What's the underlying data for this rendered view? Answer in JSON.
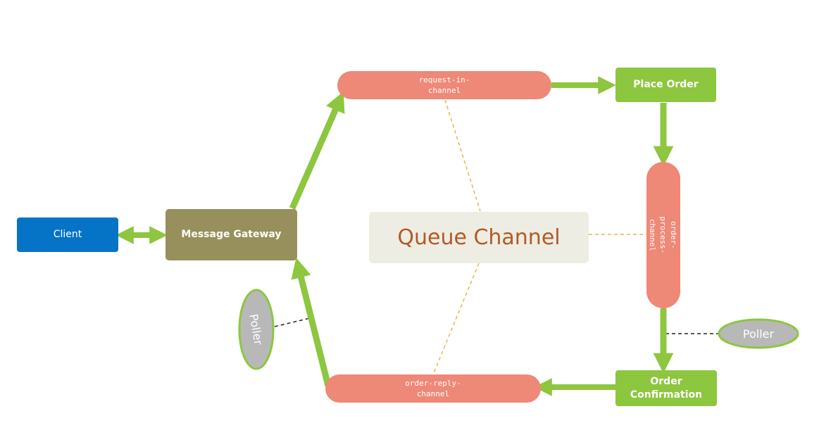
{
  "diagram": {
    "nodes": {
      "client": "Client",
      "message_gateway": "Message Gateway",
      "place_order": "Place Order",
      "order_confirmation": "Order\nConfirmation",
      "queue_channel": "Queue Channel",
      "request_in_channel": "request-in-\nchannel",
      "order_reply_channel": "order-reply-\nchannel",
      "order_process_channel": "order-\nprocess-\nchannel",
      "poller_left": "Poller",
      "poller_right": "Poller"
    },
    "colors": {
      "client": "#0573c6",
      "gateway": "#97905c",
      "green": "#8dc63f",
      "channel": "#ee8877",
      "queue_bg": "#eeede4",
      "queue_text": "#b35a26",
      "poller": "#b8b8b8",
      "poller_border": "#8dc63f",
      "dashed": "#e8b84a"
    }
  }
}
